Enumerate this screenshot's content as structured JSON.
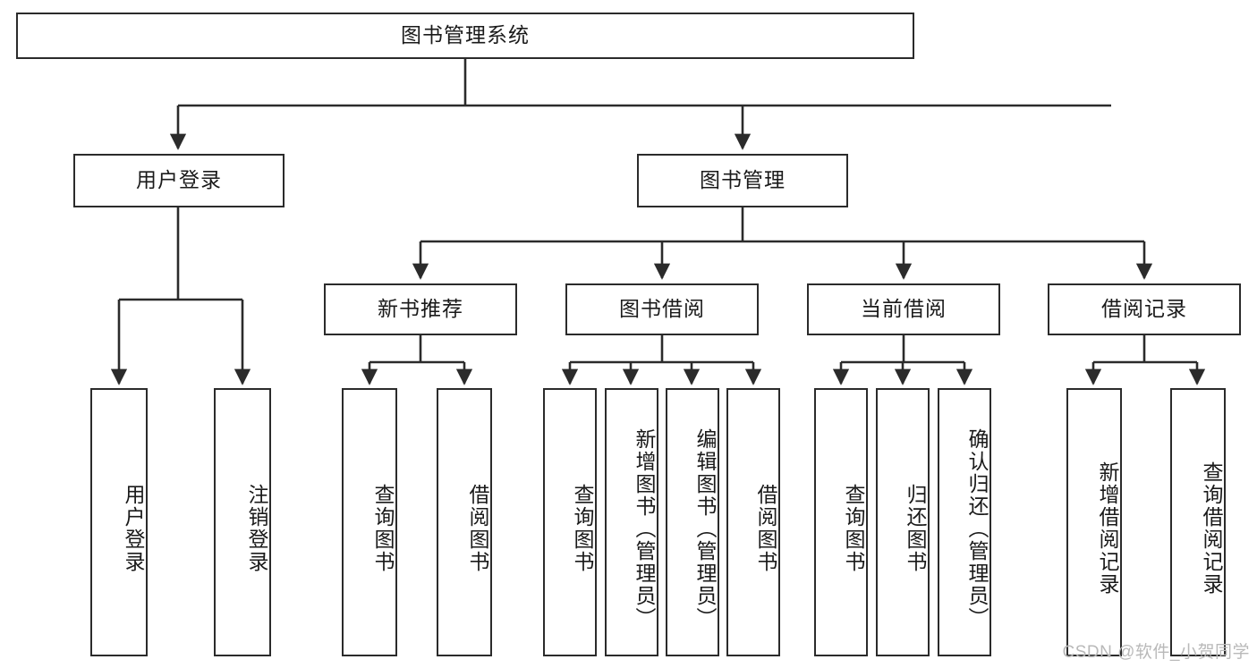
{
  "diagram": {
    "title_node": {
      "label": "图书管理系统"
    },
    "level2": [
      {
        "id": "user-login",
        "label": "用户登录"
      },
      {
        "id": "book-management",
        "label": "图书管理"
      }
    ],
    "level3": [
      {
        "id": "new-book-recommend",
        "label": "新书推荐"
      },
      {
        "id": "book-borrow",
        "label": "图书借阅"
      },
      {
        "id": "current-borrow",
        "label": "当前借阅"
      },
      {
        "id": "borrow-record",
        "label": "借阅记录"
      }
    ],
    "leaves": {
      "user_login": [
        {
          "id": "leaf-user-login",
          "label": "用户登录"
        },
        {
          "id": "leaf-logout-login",
          "label": "注销登录"
        }
      ],
      "new_book_recommend": [
        {
          "id": "leaf-query-book-1",
          "label": "查询图书"
        },
        {
          "id": "leaf-borrow-book-1",
          "label": "借阅图书"
        }
      ],
      "book_borrow": [
        {
          "id": "leaf-query-book-2",
          "label": "查询图书"
        },
        {
          "id": "leaf-add-book",
          "label": "新增图书（管理员）"
        },
        {
          "id": "leaf-edit-book",
          "label": "编辑图书（管理员）"
        },
        {
          "id": "leaf-borrow-book-2",
          "label": "借阅图书"
        }
      ],
      "current_borrow": [
        {
          "id": "leaf-query-book-3",
          "label": "查询图书"
        },
        {
          "id": "leaf-return-book",
          "label": "归还图书"
        },
        {
          "id": "leaf-confirm-return",
          "label": "确认归还（管理员）"
        }
      ],
      "borrow_record": [
        {
          "id": "leaf-add-record",
          "label": "新增借阅记录"
        },
        {
          "id": "leaf-query-record",
          "label": "查询借阅记录"
        }
      ]
    }
  },
  "watermark": {
    "text": "CSDN @软件_小贺同学"
  },
  "colors": {
    "stroke": "#2b2b2b",
    "fill": "#ffffff",
    "text": "#1a1a1a",
    "watermark": "#b9b9b9"
  }
}
